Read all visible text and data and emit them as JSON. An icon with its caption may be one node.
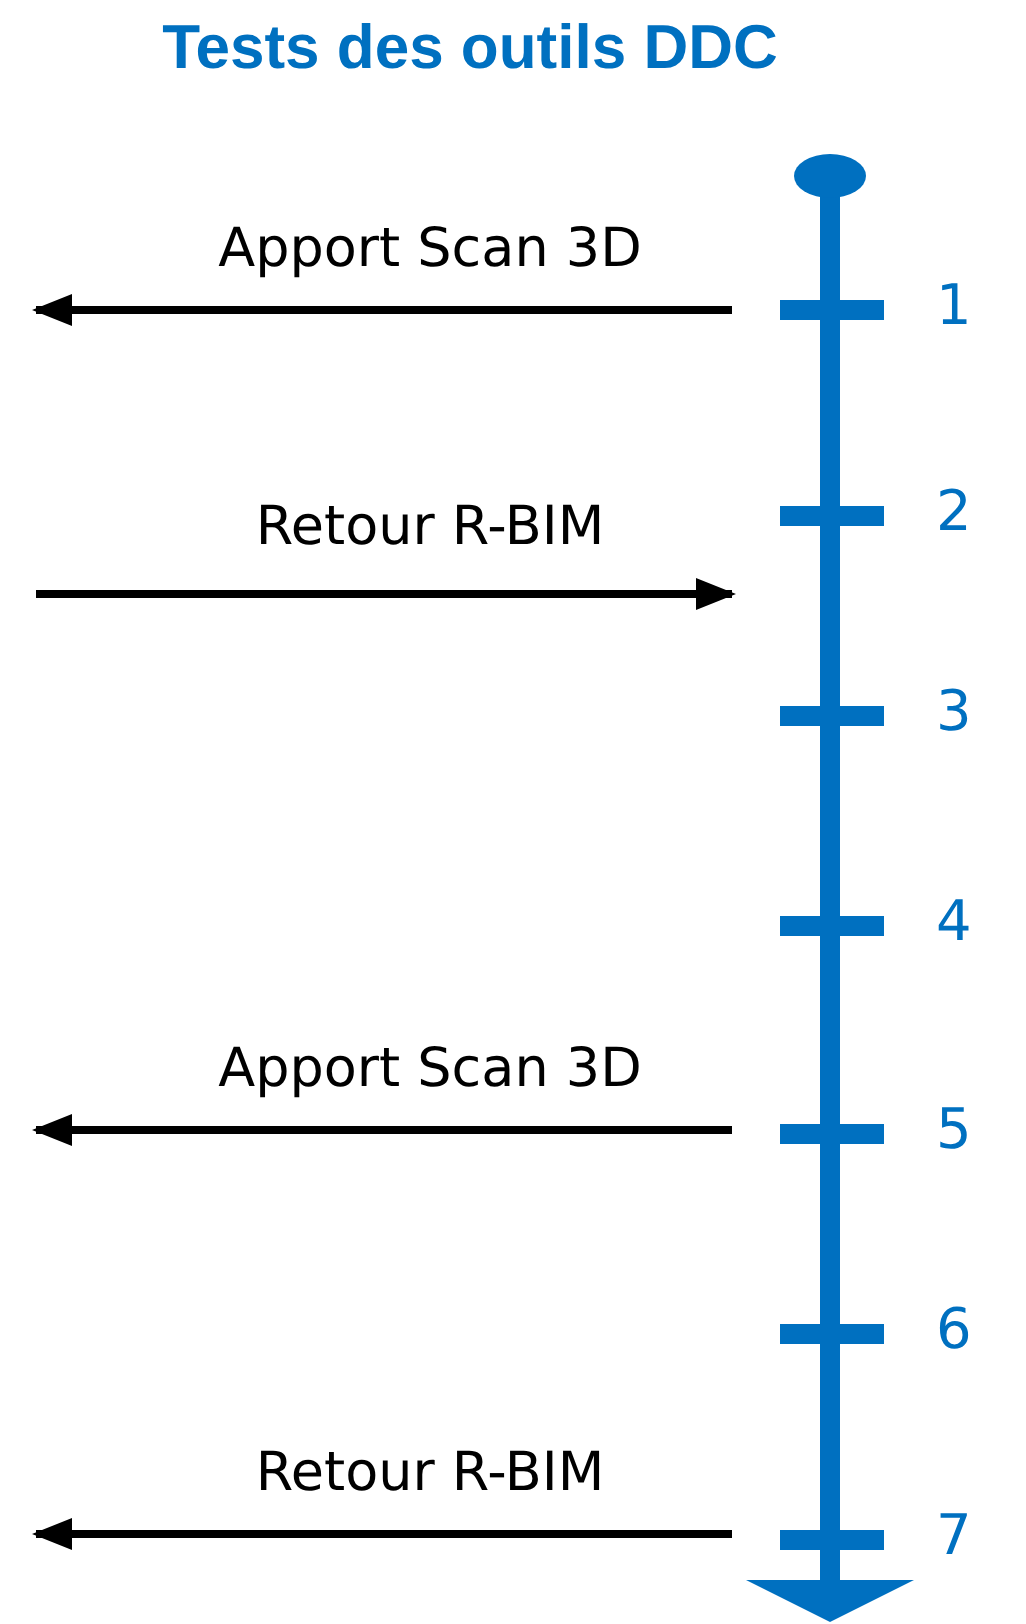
{
  "diagram": {
    "title": "Tests des outils DDC",
    "nodes": [
      {
        "text": [
          "1"
        ]
      },
      {
        "text": [
          "2"
        ]
      },
      {
        "text": [
          "3"
        ]
      },
      {
        "text": [
          "4"
        ]
      },
      {
        "text": [
          "5"
        ]
      },
      {
        "text": [
          "6"
        ]
      },
      {
        "text": [
          "7"
        ]
      }
    ],
    "edges": [
      {
        "from": 0,
        "to": null,
        "arrow": "to",
        "label": "Apport Scan 3D"
      },
      {
        "from": null,
        "to": 1,
        "arrow": "to",
        "label": "Retour R-BIM"
      },
      {
        "from": 4,
        "to": null,
        "arrow": "to",
        "label": "Apport Scan 3D"
      },
      {
        "from": 6,
        "to": null,
        "arrow": "to",
        "label": "Retour R-BIM"
      }
    ]
  }
}
